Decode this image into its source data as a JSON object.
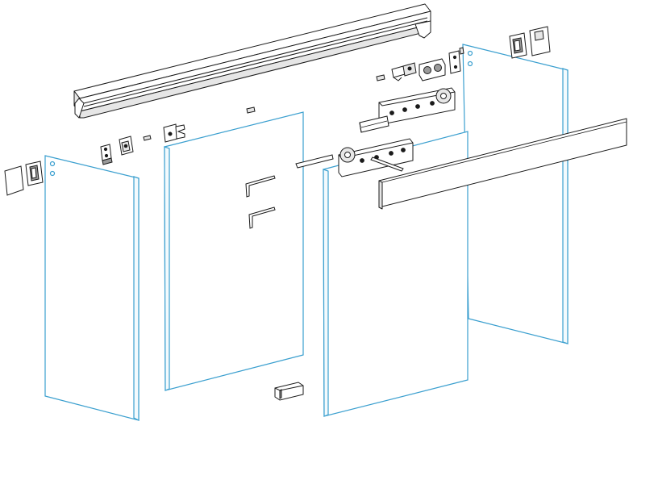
{
  "diagram": {
    "kind": "exploded-assembly",
    "text_labels": []
  },
  "colors": {
    "background": "#ffffff",
    "line": "#1a1a1a",
    "glass_edge": "#3a9fcf",
    "part_fill": "#ffffff",
    "part_shade": "#e6e6e6",
    "part_dark": "#9a9a9a"
  },
  "parts": [
    {
      "name": "top-rail-track"
    },
    {
      "name": "fixed-glass-panel-left"
    },
    {
      "name": "sliding-glass-door-left"
    },
    {
      "name": "sliding-glass-door-right"
    },
    {
      "name": "fixed-glass-panel-right"
    },
    {
      "name": "cover-fascia-profile"
    },
    {
      "name": "end-cap-left"
    },
    {
      "name": "end-cap-bracket-left"
    },
    {
      "name": "wall-bracket-left"
    },
    {
      "name": "glass-clamp-left"
    },
    {
      "name": "soft-close-damper-left"
    },
    {
      "name": "allen-key-large"
    },
    {
      "name": "allen-key-small"
    },
    {
      "name": "floor-guide"
    },
    {
      "name": "roller-carriage-front"
    },
    {
      "name": "roller-carriage-rear"
    },
    {
      "name": "track-stopper"
    },
    {
      "name": "damper-activator"
    },
    {
      "name": "end-cap-right"
    },
    {
      "name": "end-cap-bracket-right"
    },
    {
      "name": "wall-bracket-right"
    },
    {
      "name": "glass-clamp-right"
    },
    {
      "name": "set-screw"
    }
  ]
}
